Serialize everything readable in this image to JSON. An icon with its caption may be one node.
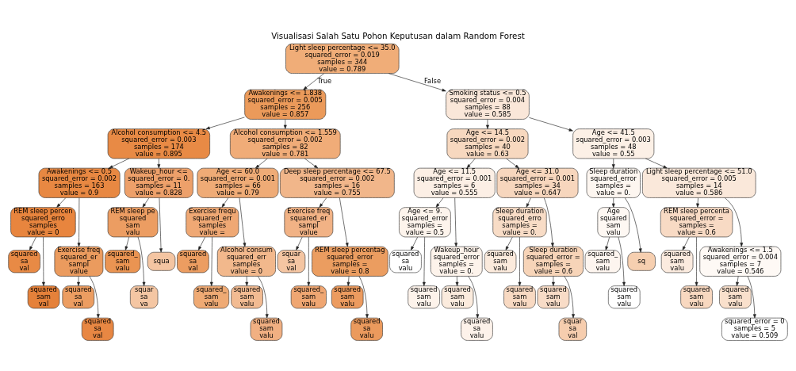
{
  "diagram": {
    "title": "Visualisasi Salah Satu Pohon Keputusan dalam Random Forest",
    "nodes": [
      {
        "text": [
          "Light sleep percentage <= 35.0",
          "squared_error = 0.019",
          "samples = 344",
          "value = 0.789"
        ]
      },
      {
        "text": [
          "Awakenings <= 1.838",
          "squared_error = 0.005",
          "samples = 256",
          "value = 0.857"
        ]
      },
      {
        "text": [
          "Smoking status <= 0.5",
          "squared_error = 0.004",
          "samples = 88",
          "value = 0.585"
        ]
      },
      {
        "text": [
          "Alcohol consumption <= 4.5",
          "squared_error = 0.003",
          "samples = 174",
          "value = 0.895"
        ]
      },
      {
        "text": [
          "Alcohol consumption <= 1.559",
          "squared_error = 0.002",
          "samples = 82",
          "value = 0.781"
        ]
      },
      {
        "text": [
          "Age <= 14.5",
          "squared_error = 0.002",
          "samples = 40",
          "value = 0.63"
        ]
      },
      {
        "text": [
          "Age <= 41.5",
          "squared_error = 0.003",
          "samples = 48",
          "value = 0.55"
        ]
      },
      {
        "text": [
          "Awakenings <= 0.5",
          "squared_error = 0.002",
          "samples = 163",
          "value = 0.9"
        ]
      },
      {
        "text": [
          "Wakeup_hour <=",
          "squared_error = 0.",
          "samples = 11",
          "value = 0.828"
        ]
      },
      {
        "text": [
          "Age <= 60.0",
          "squared_error = 0.001",
          "samples = 66",
          "value = 0.79"
        ]
      },
      {
        "text": [
          "Deep sleep percentage <= 67.5",
          "squared_error = 0.002",
          "samples = 16",
          "value = 0.755"
        ]
      },
      {
        "text": [
          "Age <= 11.5",
          "squared_error = 0.001",
          "samples = 6",
          "value = 0.555"
        ]
      },
      {
        "text": [
          "Age <= 31.0",
          "squared_error = 0.001",
          "samples = 34",
          "value = 0.647"
        ]
      },
      {
        "text": [
          "Sleep duration",
          "squared_error",
          "samples =",
          "value = 0."
        ]
      },
      {
        "text": [
          "Light sleep percentage <= 51.0",
          "squared_error = 0.005",
          "samples = 14",
          "value = 0.586"
        ]
      },
      {
        "text": [
          "REM sleep percen",
          "squared_erro",
          "samples",
          "value = 0"
        ]
      },
      {
        "text": [
          "Exercise freq",
          "squared_er",
          "sampl",
          "value"
        ]
      },
      {
        "text": [
          "REM sleep pe",
          "squared",
          "sam",
          "valu"
        ]
      },
      {
        "text": [
          "squa"
        ]
      },
      {
        "text": [
          "Exercise frequ",
          "squared_err",
          "samples",
          "value ="
        ]
      },
      {
        "text": [
          "Alcohol consum",
          "squared_err",
          "samples",
          "value = 0"
        ]
      },
      {
        "text": [
          "Exercise freq",
          "squared_er",
          "sampl",
          "value"
        ]
      },
      {
        "text": [
          "REM sleep percentag",
          "squared_error",
          "samples =",
          "value = 0.8"
        ]
      },
      {
        "text": [
          "Age <= 9.",
          "squared_error",
          "samples =",
          "value = 0.5"
        ]
      },
      {
        "text": [
          "Wakeup_hour",
          "squared_error",
          "samples =",
          "value = 0."
        ]
      },
      {
        "text": [
          "Sleep duration",
          "squared_erro",
          "samples =",
          "value = 0."
        ]
      },
      {
        "text": [
          "Sleep duration",
          "squared_error =",
          "samples =",
          "value = 0.6"
        ]
      },
      {
        "text": [
          "Age",
          "squared",
          "sam",
          "valu"
        ]
      },
      {
        "text": [
          "sq"
        ]
      },
      {
        "text": [
          "REM sleep percenta",
          "squared_error =",
          "samples =",
          "value = 0.6"
        ]
      },
      {
        "text": [
          "Awakenings <= 1.5",
          "squared_error = 0.004",
          "samples = 7",
          "value = 0.546"
        ]
      },
      {
        "text": [
          "squared",
          "sa",
          "val"
        ]
      },
      {
        "text": [
          "squared",
          "sam",
          "val"
        ]
      },
      {
        "text": [
          "squared",
          "sa",
          "val"
        ]
      },
      {
        "text": [
          "squared",
          "sa",
          "val"
        ]
      },
      {
        "text": [
          "squared_",
          "sam",
          "valu"
        ]
      },
      {
        "text": [
          "squar",
          "sa",
          "va"
        ]
      },
      {
        "text": [
          "squared",
          "sa",
          "val"
        ]
      },
      {
        "text": [
          "squared_",
          "sam",
          "valu"
        ]
      },
      {
        "text": [
          "squared",
          "sam",
          "valu"
        ]
      },
      {
        "text": [
          "squared",
          "sam",
          "valu"
        ]
      },
      {
        "text": [
          "squar",
          "sa",
          "val"
        ]
      },
      {
        "text": [
          "squared_",
          "sam",
          "valu"
        ]
      },
      {
        "text": [
          "squared",
          "sam",
          "valu"
        ]
      },
      {
        "text": [
          "squared",
          "sa",
          "valu"
        ]
      },
      {
        "text": [
          "squared",
          "sa",
          "valu"
        ]
      },
      {
        "text": [
          "squared",
          "sam",
          "valu"
        ]
      },
      {
        "text": [
          "squared",
          "sam",
          "valu"
        ]
      },
      {
        "text": [
          "squared",
          "sa",
          "valu"
        ]
      },
      {
        "text": [
          "squared",
          "sam",
          "valu"
        ]
      },
      {
        "text": [
          "squared",
          "sam",
          "valu"
        ]
      },
      {
        "text": [
          "squared",
          "sam",
          "valu"
        ]
      },
      {
        "text": [
          "squar",
          "sa",
          "val"
        ]
      },
      {
        "text": [
          "squared_",
          "sam",
          "valu"
        ]
      },
      {
        "text": [
          "squared",
          "sam",
          "valu"
        ]
      },
      {
        "text": [
          "squared",
          "sam",
          "valu"
        ]
      },
      {
        "text": [
          "squared",
          "sam",
          "valu"
        ]
      },
      {
        "text": [
          "squared",
          "sam",
          "valu"
        ]
      },
      {
        "text": [
          "squared_error = 0",
          "samples = 5",
          "value = 0.509"
        ]
      }
    ],
    "edges": [
      {
        "from": 0,
        "to": 1,
        "arrow": "to",
        "label": "True"
      },
      {
        "from": 0,
        "to": 2,
        "arrow": "to",
        "label": "False"
      },
      {
        "from": 1,
        "to": 3,
        "arrow": "to"
      },
      {
        "from": 1,
        "to": 4,
        "arrow": "to"
      },
      {
        "from": 2,
        "to": 5,
        "arrow": "to"
      },
      {
        "from": 2,
        "to": 6,
        "arrow": "to"
      },
      {
        "from": 3,
        "to": 7,
        "arrow": "to"
      },
      {
        "from": 3,
        "to": 8,
        "arrow": "to"
      },
      {
        "from": 4,
        "to": 9,
        "arrow": "to"
      },
      {
        "from": 4,
        "to": 10,
        "arrow": "to"
      },
      {
        "from": 5,
        "to": 11,
        "arrow": "to"
      },
      {
        "from": 5,
        "to": 12,
        "arrow": "to"
      },
      {
        "from": 6,
        "to": 13,
        "arrow": "to"
      },
      {
        "from": 6,
        "to": 14,
        "arrow": "to"
      },
      {
        "from": 7,
        "to": 15,
        "arrow": "to"
      },
      {
        "from": 7,
        "to": 16,
        "arrow": "to"
      },
      {
        "from": 8,
        "to": 17,
        "arrow": "to"
      },
      {
        "from": 8,
        "to": 18,
        "arrow": "to"
      },
      {
        "from": 9,
        "to": 19,
        "arrow": "to"
      },
      {
        "from": 9,
        "to": 20,
        "arrow": "to"
      },
      {
        "from": 10,
        "to": 21,
        "arrow": "to"
      },
      {
        "from": 10,
        "to": 22,
        "arrow": "to"
      },
      {
        "from": 11,
        "to": 23,
        "arrow": "to"
      },
      {
        "from": 11,
        "to": 24,
        "arrow": "to"
      },
      {
        "from": 12,
        "to": 25,
        "arrow": "to"
      },
      {
        "from": 12,
        "to": 26,
        "arrow": "to"
      },
      {
        "from": 13,
        "to": 27,
        "arrow": "to"
      },
      {
        "from": 13,
        "to": 28,
        "arrow": "to"
      },
      {
        "from": 14,
        "to": 29,
        "arrow": "to"
      },
      {
        "from": 14,
        "to": 30,
        "arrow": "to"
      },
      {
        "from": 15,
        "to": 31,
        "arrow": "to"
      },
      {
        "from": 15,
        "to": 32,
        "arrow": "to"
      },
      {
        "from": 16,
        "to": 33,
        "arrow": "to"
      },
      {
        "from": 16,
        "to": 34,
        "arrow": "to"
      },
      {
        "from": 17,
        "to": 35,
        "arrow": "to"
      },
      {
        "from": 17,
        "to": 36,
        "arrow": "to"
      },
      {
        "from": 19,
        "to": 37,
        "arrow": "to"
      },
      {
        "from": 19,
        "to": 38,
        "arrow": "to"
      },
      {
        "from": 20,
        "to": 39,
        "arrow": "to"
      },
      {
        "from": 20,
        "to": 40,
        "arrow": "to"
      },
      {
        "from": 21,
        "to": 41,
        "arrow": "to"
      },
      {
        "from": 21,
        "to": 42,
        "arrow": "to"
      },
      {
        "from": 22,
        "to": 43,
        "arrow": "to"
      },
      {
        "from": 22,
        "to": 44,
        "arrow": "to"
      },
      {
        "from": 23,
        "to": 45,
        "arrow": "to"
      },
      {
        "from": 23,
        "to": 46,
        "arrow": "to"
      },
      {
        "from": 24,
        "to": 47,
        "arrow": "to"
      },
      {
        "from": 24,
        "to": 48,
        "arrow": "to"
      },
      {
        "from": 25,
        "to": 49,
        "arrow": "to"
      },
      {
        "from": 25,
        "to": 50,
        "arrow": "to"
      },
      {
        "from": 26,
        "to": 51,
        "arrow": "to"
      },
      {
        "from": 26,
        "to": 52,
        "arrow": "to"
      },
      {
        "from": 27,
        "to": 53,
        "arrow": "to"
      },
      {
        "from": 27,
        "to": 54,
        "arrow": "to"
      },
      {
        "from": 29,
        "to": 55,
        "arrow": "to"
      },
      {
        "from": 29,
        "to": 56,
        "arrow": "to"
      },
      {
        "from": 30,
        "to": 57,
        "arrow": "to"
      },
      {
        "from": 30,
        "to": 58,
        "arrow": "to"
      }
    ]
  }
}
